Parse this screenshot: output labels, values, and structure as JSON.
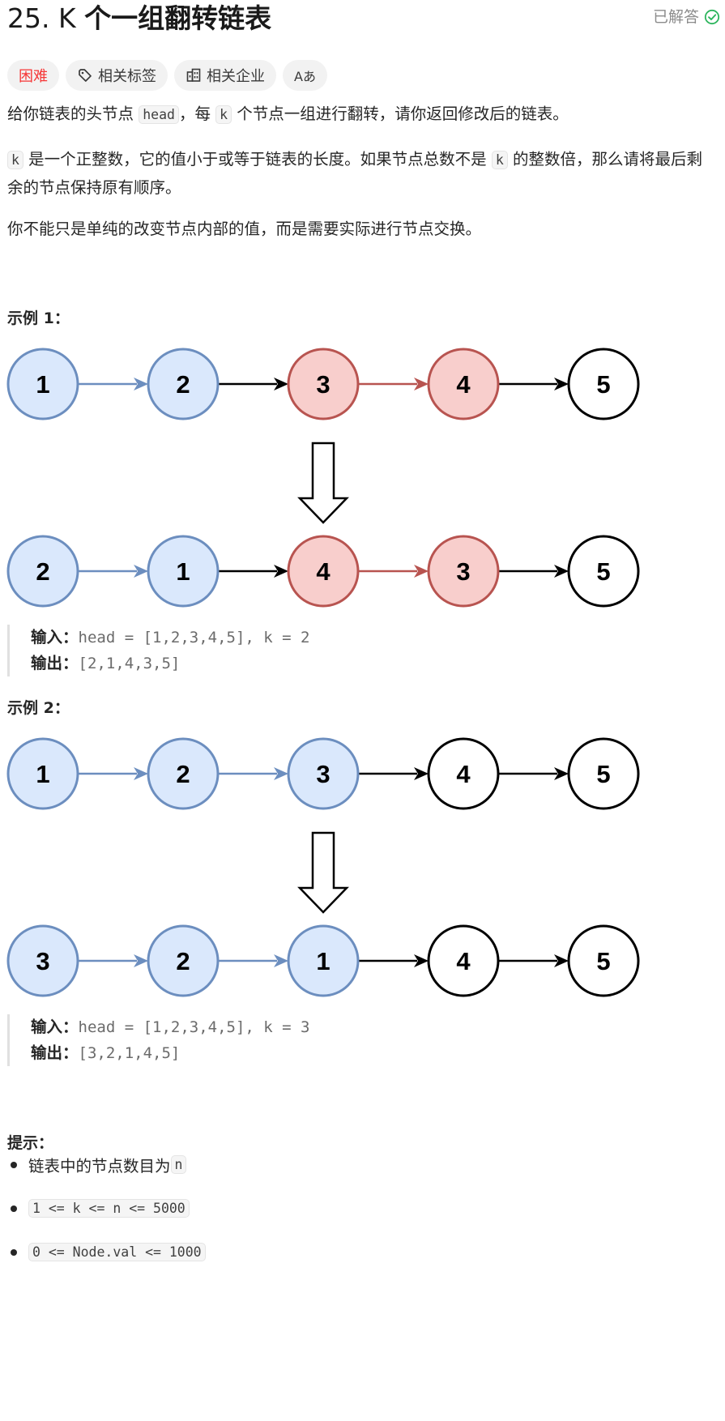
{
  "problem": {
    "number": "25. K",
    "name": "个一组翻转链表",
    "status": "已解答"
  },
  "tags": [
    {
      "label": "困难"
    },
    {
      "label": "相关标签"
    },
    {
      "label": "相关企业"
    },
    {
      "label": "Aあ"
    }
  ],
  "description": {
    "p1": [
      "给你链表的头节点 ",
      "head",
      "，每 ",
      "k",
      " 个节点一组进行翻转，请你返回修改后的链表。"
    ],
    "p2": [
      "k",
      " 是一个正整数，它的值小于或等于链表的长度。如果节点总数不是 ",
      "k",
      " 的整数倍，那么请将最后剩余的节点保持原有顺序。"
    ],
    "p3": "你不能只是单纯的改变节点内部的值，而是需要实际进行节点交换。"
  },
  "examples": [
    {
      "title": "示例 1：",
      "before": [
        {
          "label": "1",
          "style": "blue"
        },
        {
          "label": "2",
          "style": "blue"
        },
        {
          "label": "3",
          "style": "red"
        },
        {
          "label": "4",
          "style": "red"
        },
        {
          "label": "5",
          "style": "white"
        }
      ],
      "after": [
        {
          "label": "2",
          "style": "blue"
        },
        {
          "label": "1",
          "style": "blue"
        },
        {
          "label": "4",
          "style": "red"
        },
        {
          "label": "3",
          "style": "red"
        },
        {
          "label": "5",
          "style": "white"
        }
      ],
      "input_label": "输入：",
      "input": "head = [1,2,3,4,5], k = 2",
      "output_label": "输出：",
      "output": "[2,1,4,3,5]"
    },
    {
      "title": "示例 2：",
      "before": [
        {
          "label": "1",
          "style": "blue"
        },
        {
          "label": "2",
          "style": "blue"
        },
        {
          "label": "3",
          "style": "blue"
        },
        {
          "label": "4",
          "style": "white"
        },
        {
          "label": "5",
          "style": "white"
        }
      ],
      "after": [
        {
          "label": "3",
          "style": "blue"
        },
        {
          "label": "2",
          "style": "blue"
        },
        {
          "label": "1",
          "style": "blue"
        },
        {
          "label": "4",
          "style": "white"
        },
        {
          "label": "5",
          "style": "white"
        }
      ],
      "input_label": "输入：",
      "input": "head = [1,2,3,4,5], k = 3",
      "output_label": "输出：",
      "output": "[3,2,1,4,5]"
    }
  ],
  "hints": {
    "title": "提示：",
    "items": [
      [
        "链表中的节点数目为 ",
        "n"
      ],
      [
        "",
        "1 <= k <= n <= 5000"
      ],
      [
        "",
        "0 <= Node.val <= 1000"
      ]
    ]
  },
  "colors": {
    "blue_fill": "#dae8fc",
    "blue_stroke": "#6c8ebf",
    "red_fill": "#f8cecc",
    "red_stroke": "#b85450",
    "white_fill": "#ffffff",
    "white_stroke": "#000000",
    "solved": "#2db55d",
    "hard": "#f63636"
  }
}
